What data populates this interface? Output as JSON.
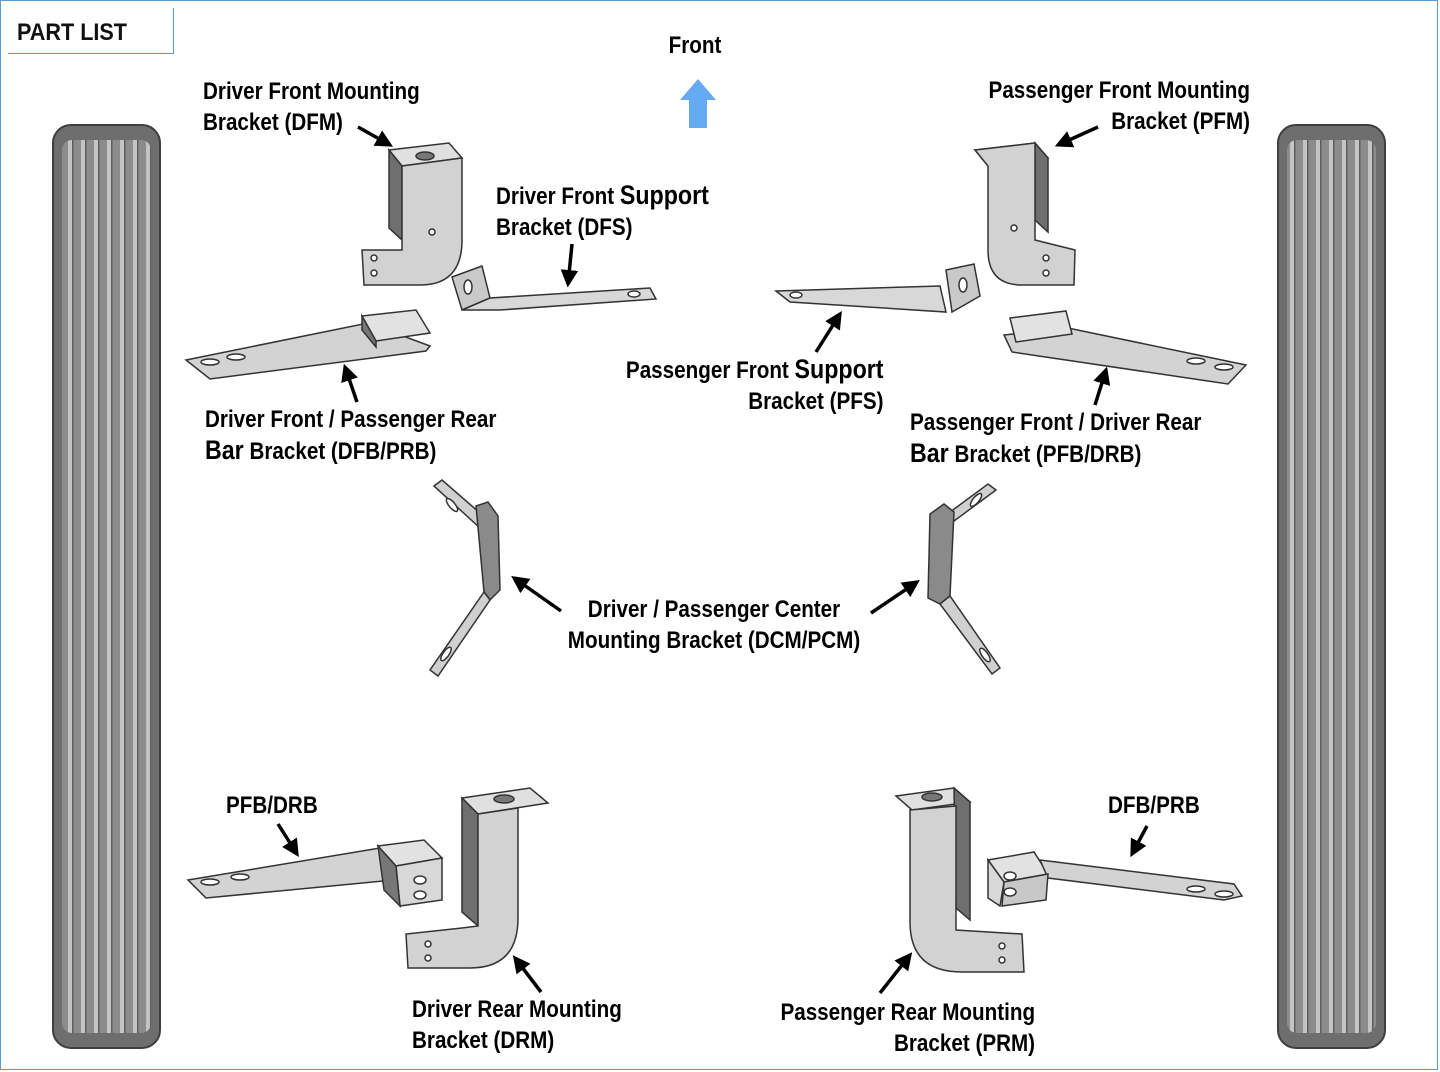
{
  "header": {
    "title": "PART LIST"
  },
  "direction": {
    "label": "Front",
    "arrow_color": "#66aaf2"
  },
  "colors": {
    "frame": "#5b9bd5",
    "part_fill": "#cfcfcf",
    "part_dark": "#8a8a8a",
    "step_fill": "#8f8f8f",
    "step_rib": "#bcbcbc"
  },
  "labels": {
    "dfm": {
      "line1": "Driver Front Mounting",
      "line2": "Bracket (DFM)"
    },
    "dfs": {
      "line1_a": "Driver Front ",
      "line1_b": "Support",
      "line2": "Bracket (DFS)"
    },
    "pfm": {
      "line1": "Passenger Front Mounting",
      "line2": "Bracket (PFM)"
    },
    "pfs": {
      "line1_a": "Passenger Front ",
      "line1_b": "Support",
      "line2": "Bracket (PFS)"
    },
    "dfb_prb": {
      "line1": "Driver Front / Passenger Rear",
      "line2_a": "Bar",
      "line2_b": " Bracket (DFB/PRB)"
    },
    "pfb_drb": {
      "line1": "Passenger Front / Driver Rear",
      "line2_a": "Bar",
      "line2_b": " Bracket (PFB/DRB)"
    },
    "center": {
      "line1": "Driver / Passenger Center",
      "line2": "Mounting Bracket (DCM/PCM)"
    },
    "pfb_drb_short": "PFB/DRB",
    "dfb_prb_short": "DFB/PRB",
    "drm": {
      "line1": "Driver Rear Mounting",
      "line2": "Bracket (DRM)"
    },
    "prm": {
      "line1": "Passenger Rear Mounting",
      "line2": "Bracket (PRM)"
    }
  }
}
